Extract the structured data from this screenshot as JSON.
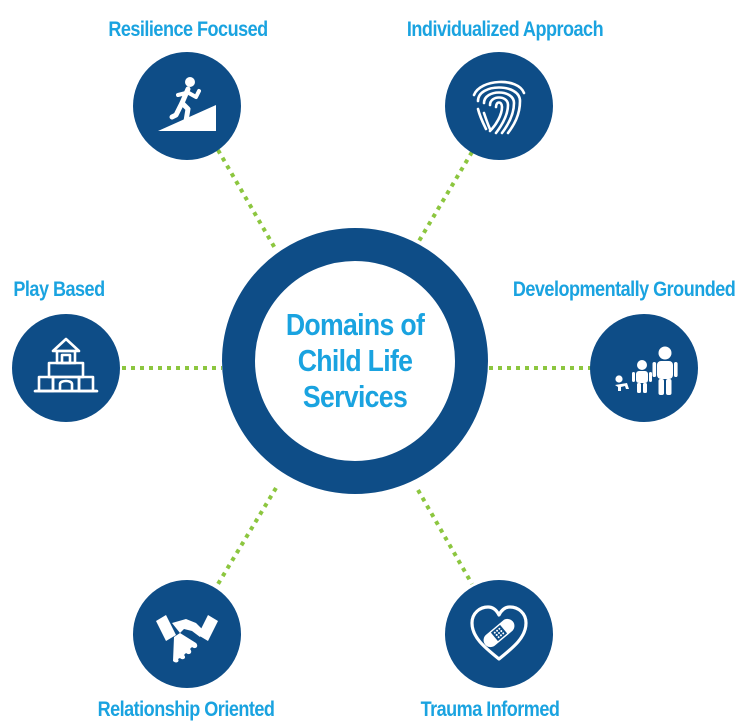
{
  "center": {
    "title_lines": [
      "Domains of",
      "Child Life",
      "Services"
    ]
  },
  "domains": [
    {
      "label": "Resilience Focused",
      "icon": "climbing-stairs-icon"
    },
    {
      "label": "Individualized Approach",
      "icon": "fingerprint-icon"
    },
    {
      "label": "Play Based",
      "icon": "block-castle-icon"
    },
    {
      "label": "Developmentally Grounded",
      "icon": "growing-children-icon"
    },
    {
      "label": "Relationship Oriented",
      "icon": "handshake-icon"
    },
    {
      "label": "Trauma Informed",
      "icon": "bandaged-heart-icon"
    }
  ],
  "colors": {
    "navy": "#0e4d87",
    "label_blue": "#1aa3e0",
    "connector_green": "#8cc63f"
  }
}
